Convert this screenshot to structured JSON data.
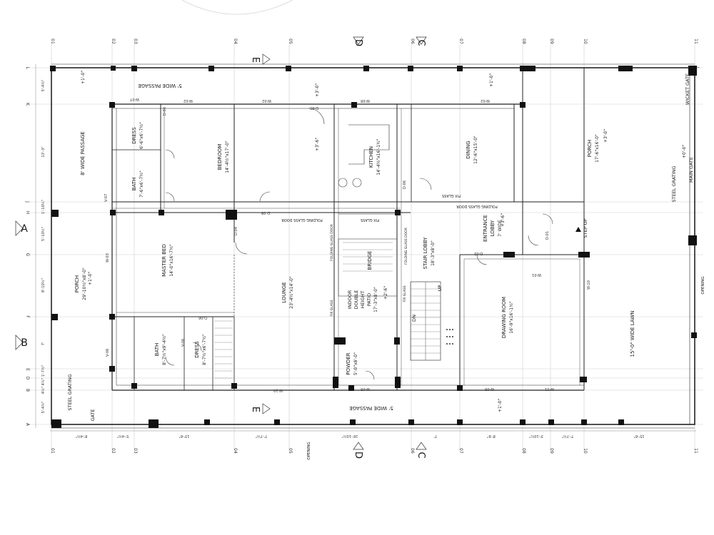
{
  "grid": {
    "columns": [
      "01",
      "02",
      "03",
      "04",
      "05",
      "D",
      "06",
      "07",
      "08",
      "09",
      "10",
      "11"
    ],
    "rows": [
      "L",
      "K",
      "J",
      "H",
      "G",
      "F",
      "E",
      "D",
      "C",
      "B",
      "A"
    ]
  },
  "section_marks": {
    "a": "A",
    "b": "B",
    "c": "C",
    "d": "D",
    "e": "E"
  },
  "rooms": {
    "wide_passage_top": "5' WIDE PASSAGE",
    "wide_passage_bottom": "5' WIDE PASSAGE",
    "wide_passage_left": "8' WIDE PASSAGE",
    "dress_top": {
      "name": "DRESS",
      "size": "6'-6\"x6'-7½\""
    },
    "bath_top": {
      "name": "BATH",
      "size": "7'-6\"x6'-7½\""
    },
    "bedroom": {
      "name": "BEDROOM",
      "size": "14'-4½\"x17'-0\""
    },
    "kitchen": {
      "name": "KITCHEN",
      "size": "14'-4½\"x16'-1½\""
    },
    "dining": {
      "name": "DINING",
      "size": "12'-6\"x15'-0\""
    },
    "porch_right": {
      "name": "PORCH",
      "size": "17'-6\"x16'-0\""
    },
    "master_bed": {
      "name": "MASTER BED",
      "size": "14'-0\"x16'-7½\""
    },
    "lounge": {
      "name": "LOUNGE",
      "size": "23'-4½\"x14'-0\""
    },
    "indoor_patio": {
      "line1": "INDOOR",
      "line2": "DOUBLE",
      "line3": "HEIGHT",
      "line4": "PATIO",
      "size": "17'-3\"x8'-0\""
    },
    "bridge": "BRIDGE",
    "stair_lobby": {
      "name": "STAIR LOBBY",
      "size": "18'-3\"x8'-0\""
    },
    "entrance_lobby": {
      "name": "ENTRANCE",
      "line2": "LOBBY",
      "line3": "7' WIDE"
    },
    "drawing_room": {
      "name": "DRAWING ROOM",
      "size": "16'-9\"x16'-1½\""
    },
    "porch_left": {
      "name": "PORCH",
      "size": "29'-10½\"x8'-0\""
    },
    "bath_bottom": {
      "name": "BATH",
      "size": "8'-7½\"x9'-4½\""
    },
    "dress_bottom": {
      "name": "DRESS",
      "size": "8'-7½\"x6'-7½\""
    },
    "powder": {
      "name": "POWDER",
      "size": "5'-0\"x8'-0\""
    },
    "lawn": "15'-0\" WIDE LAWN",
    "steel_grating_left": "STEEL GRATING",
    "steel_grating_right": "STEEL GRATING",
    "gate": "GATE",
    "main_gate": "MAIN GATE",
    "wicket_gate": "WICKET GATE",
    "step_up": "STEP UP",
    "opening_bottom": "OPENING",
    "opening_right": "OPENING",
    "folding_glass_door_1": "FOLDING GLASS DOOR",
    "folding_glass_door_2": "FOLDING GLASS DOOR",
    "folding_glass_door_3": "FOLDING GLASS DOOR",
    "folding_glass_door_4": "FOLDING GLASS DOOR",
    "fix_glass_1": "FIX GLASS",
    "fix_glass_2": "FIX GLASS",
    "fix_glass_3": "FIX GLASS",
    "fix_glass_4": "FIX GLASS",
    "dn": "DN",
    "up": "UP"
  },
  "levels": {
    "l1": "+1'-0\"",
    "l2": "+3'-0\"",
    "l3": "+3'-6\"",
    "l4": "+1'-0\"",
    "l5": "+3'-0\"",
    "l6": "+0'-0\"",
    "l7": "+2'-6\"",
    "l8": "+3'-6\"",
    "l9": "+1'-0\"",
    "l10": "+1'-0\""
  },
  "left_dims": {
    "d1": "5'-4½\"",
    "d2": "13'-3\"",
    "d3": "1'-10½\"",
    "d4": "5'-10½\"",
    "d5": "8'-10½\"",
    "d6": "7'",
    "d7": "4½\"  4½\" 1'-7½\"",
    "d8": "5'-4½\""
  },
  "bottom_dims": {
    "b1": "8'-4½\"",
    "b2": "5'-4½\"",
    "b3": "13'-6\"",
    "b4": "7'-7½\"",
    "b5": "16'-10½\"",
    "b6": "7'",
    "b7": "8'-6\"",
    "b8": "3'-10½\"",
    "b9": "7'-7½\"",
    "b10": "15'-6\""
  },
  "tags": {
    "w1": "W-07",
    "w2": "W-02",
    "w3": "W-08",
    "w4": "W-02",
    "w5": "W-03",
    "w6": "W-10",
    "w7": "W-10",
    "w8": "W-11",
    "w9": "W-01",
    "w10": "W-08",
    "d1": "D-05",
    "d2": "D-06",
    "d3": "D-08",
    "d4": "D-04",
    "d5": "D-02",
    "d6": "D-01",
    "d7": "D-06",
    "d8": "D-06",
    "v1": "V-07",
    "v2": "V-06",
    "v3": "V-06",
    "w11": "W-02",
    "w12": "W-08"
  }
}
